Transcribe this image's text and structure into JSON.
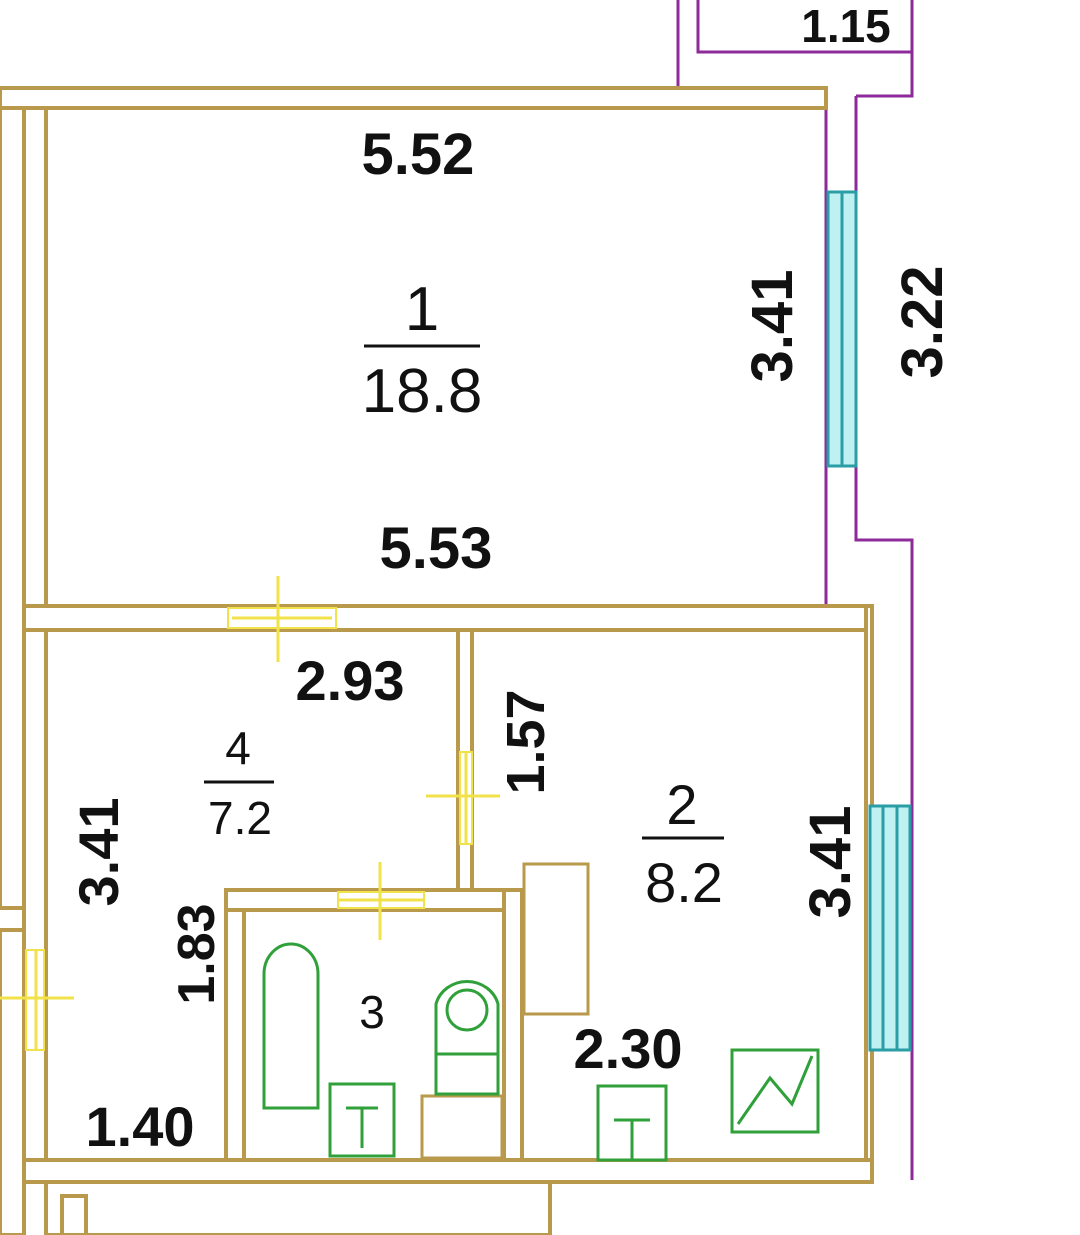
{
  "colors": {
    "wall": "#b99a4d",
    "exterior_line": "#8e2a9a",
    "window": "#2a9ea4",
    "window_fill": "#bff1f3",
    "door": "#f2e24a",
    "fixture": "#2fa03a"
  },
  "dimensions": {
    "balcony_width": "1.15",
    "room1_top": "5.52",
    "room1_bottom": "5.53",
    "room1_right": "3.41",
    "outer_right": "3.22",
    "hall_top": "2.93",
    "hall_left": "3.41",
    "hall_lower": "1.40",
    "bath_height": "1.83",
    "corridor_wall": "1.57",
    "room2_right": "3.41",
    "kitchen_width": "2.30"
  },
  "rooms": [
    {
      "number": "1",
      "area": "18.8"
    },
    {
      "number": "2",
      "area": "8.2"
    },
    {
      "number": "3"
    },
    {
      "number": "4",
      "area": "7.2"
    }
  ]
}
